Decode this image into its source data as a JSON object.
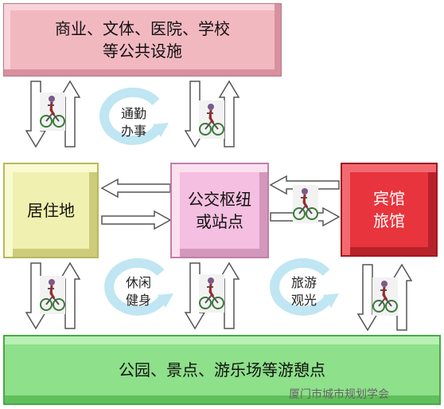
{
  "boxes": {
    "top": "商业、文体、医院、学校\n等公共设施",
    "home": "居住地",
    "hub": "公交枢纽\n或站点",
    "hotel": "宾馆\n旅馆",
    "park": "公园、景点、游乐场等游憩点"
  },
  "loop_labels": {
    "commute": "通勤\n办事",
    "leisure": "休闲\n健身",
    "tour": "旅游\n观光"
  },
  "watermark": "厦门市城市规划学会",
  "colors": {
    "top": "#f2b8c0",
    "home": "#f0f0b0",
    "hub": "#f4bfe0",
    "hotel": "#e8343c",
    "park": "#8ee08a",
    "loop": "#bfe6f2"
  },
  "icons": [
    "bicycle-icon",
    "cycle-arrow-icon",
    "wechat-icon"
  ]
}
